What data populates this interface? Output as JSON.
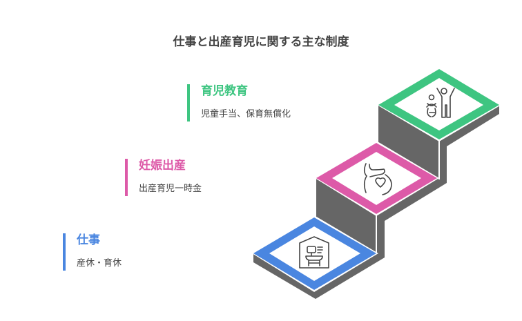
{
  "title": "仕事と出産育児に関する主な制度",
  "colors": {
    "green": "#3ec581",
    "pink": "#dd5aa8",
    "blue": "#4a86e0",
    "gray": "#666666"
  },
  "steps": [
    {
      "heading": "育児教育",
      "detail": "児童手当、保育無償化",
      "icon": "parent-child-icon"
    },
    {
      "heading": "妊娠出産",
      "detail": "出産育児一時金",
      "icon": "pregnancy-heart-icon"
    },
    {
      "heading": "仕事",
      "detail": "産休・育休",
      "icon": "home-office-icon"
    }
  ]
}
